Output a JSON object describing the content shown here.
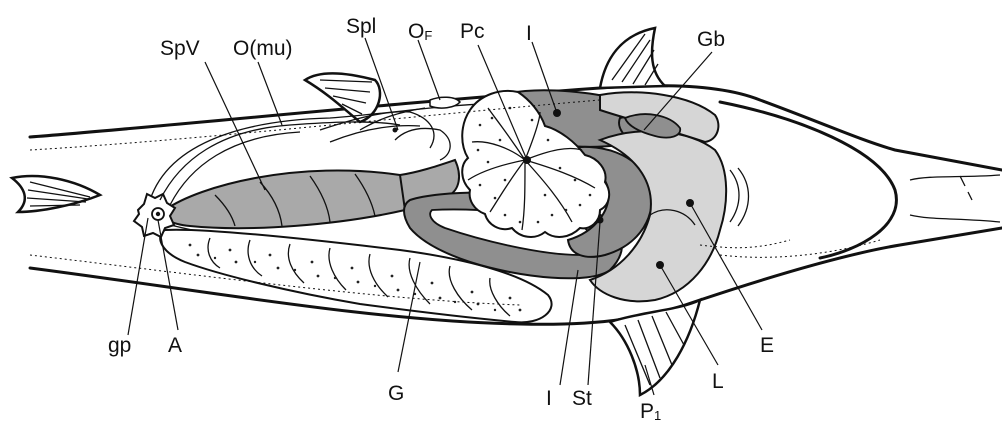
{
  "labels": {
    "spv": "SpV",
    "omu": "O(mu)",
    "spl": "Spl",
    "of_main": "O",
    "of_sub": "F",
    "pc": "Pc",
    "i_top": "I",
    "gb": "Gb",
    "gp": "gp",
    "a": "A",
    "g": "G",
    "i_bottom": "I",
    "st": "St",
    "p1_main": "P",
    "p1_sub": "1",
    "l": "L",
    "e": "E"
  },
  "colors": {
    "organ_dark": "#8f8f8f",
    "organ_mid": "#a9a9a9",
    "organ_light": "#d6d6d6",
    "line": "#111111",
    "background": "#ffffff"
  }
}
